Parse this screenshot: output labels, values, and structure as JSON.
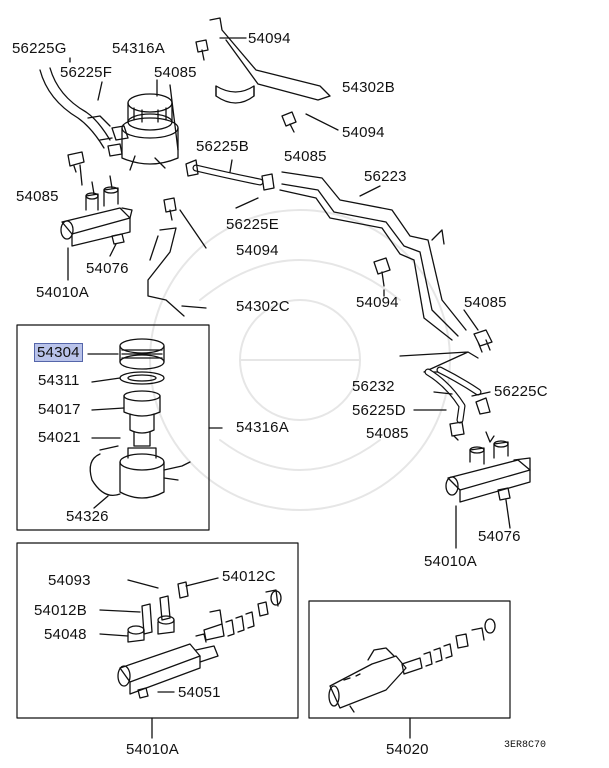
{
  "diagram": {
    "highlight_color": "#b9c3ea",
    "part_labels": {
      "p56225G": "56225G",
      "p54316A_top": "54316A",
      "p54094_top": "54094",
      "p56225F": "56225F",
      "p54085_a": "54085",
      "p54302B": "54302B",
      "p54094_b": "54094",
      "p56225B": "56225B",
      "p54085_b": "54085",
      "p54085_c": "54085",
      "p56223": "56223",
      "p56225E": "56225E",
      "p54094_c": "54094",
      "p54076_a": "54076",
      "p54010A_a": "54010A",
      "p54094_d": "54094",
      "p54302C": "54302C",
      "p54085_d": "54085",
      "p54304": "54304",
      "p54311": "54311",
      "p54017": "54017",
      "p54021": "54021",
      "p54316A_box": "54316A",
      "p54326": "54326",
      "p56232": "56232",
      "p56225C": "56225C",
      "p56225D": "56225D",
      "p54085_e": "54085",
      "p54076_b": "54076",
      "p54010A_b": "54010A",
      "p54093": "54093",
      "p54012C": "54012C",
      "p54012B": "54012B",
      "p54048": "54048",
      "p54051": "54051",
      "p54010A_c": "54010A",
      "p54020": "54020"
    },
    "drawing_code": "3ER8C70"
  }
}
